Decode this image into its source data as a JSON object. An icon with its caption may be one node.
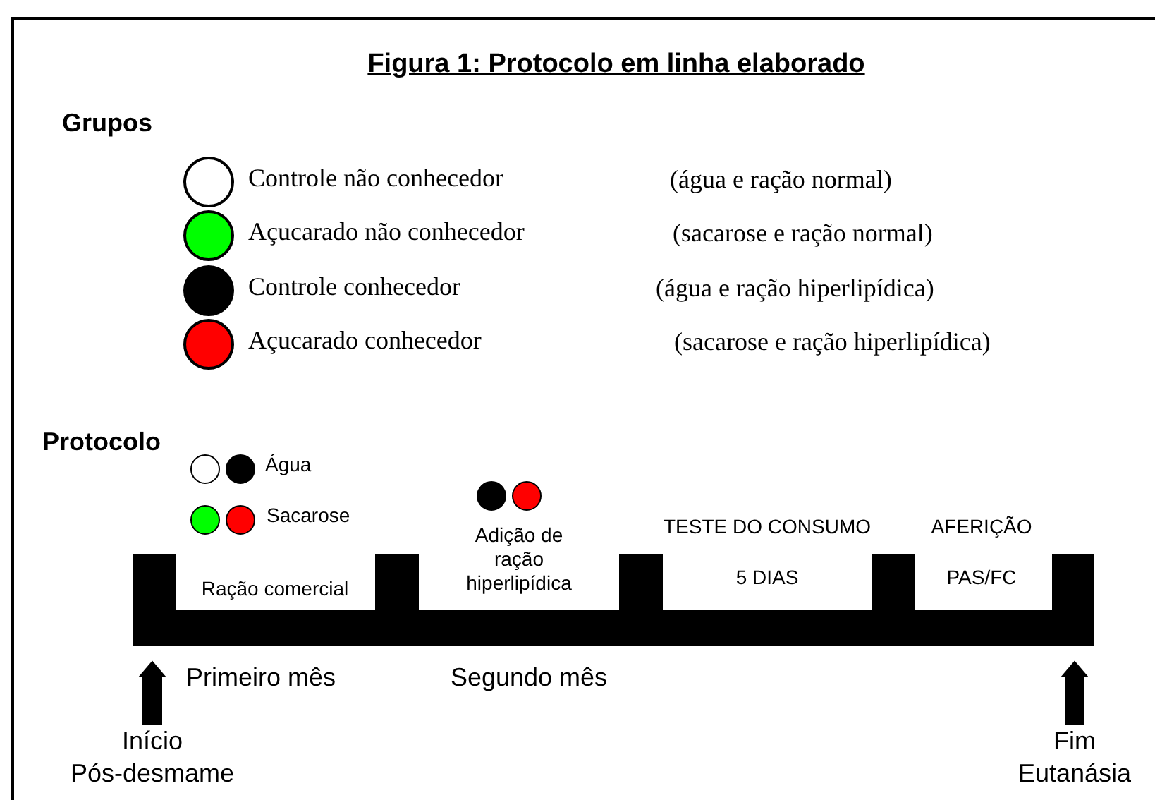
{
  "diagram": {
    "title": "Figura 1: Protocolo em linha elaborado",
    "nodes": [
      {
        "text": [],
        "shape": "bar"
      },
      {
        "text": [
          "Início",
          "Pós-desmame"
        ]
      },
      {
        "text": [
          "Fim",
          "Eutanásia"
        ]
      }
    ],
    "edges": [
      {
        "from": 1,
        "to": 0,
        "arrow": "to"
      },
      {
        "from": 2,
        "to": 0,
        "arrow": "to"
      }
    ],
    "labels": [
      "Grupos",
      "(água e ração normal)",
      "(sacarose e ração normal)",
      "(água e ração hiperlipídica)",
      "(sacarose e ração hiperlipídica)",
      "Protocolo",
      "Água",
      "Sacarose",
      "TESTE DO CONSUMO",
      "AFERIÇÃO",
      "Adição de ração hiperlipídica",
      "Ração comercial",
      "5 DIAS",
      "PAS/FC",
      "Primeiro mês",
      "Segundo mês"
    ],
    "legend": [
      {
        "text": "Controle não conhecedor",
        "color": "#ffffff"
      },
      {
        "text": "Açucarado não conhecedor",
        "color": "#00ff00"
      },
      {
        "text": "Controle conhecedor",
        "color": "#000000"
      },
      {
        "text": "Açucarado conhecedor",
        "color": "#ff0000"
      }
    ]
  }
}
